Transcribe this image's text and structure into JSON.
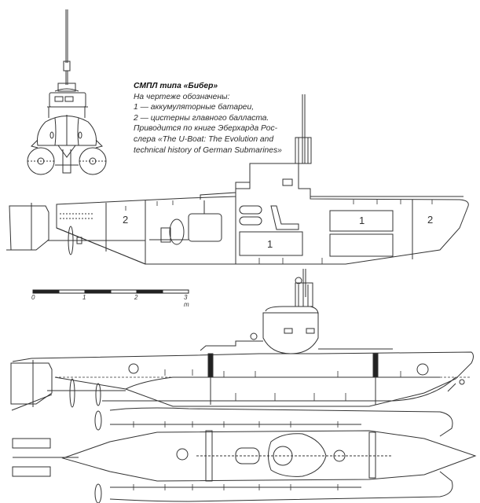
{
  "caption": {
    "title": "СМПЛ типа «Бибер»",
    "lines": [
      "На чертеже обозначены:",
      "1 — аккумуляторные батареи,",
      "2 — цистерны главного балласта.",
      "Приводится по книге Эберхарда Рос-",
      "слера «The U-Boat: The Evolution and",
      "technical history of German Submarines»"
    ]
  },
  "scale_bar": {
    "labels": [
      "0",
      "1",
      "2",
      "3 m"
    ],
    "unit": "m",
    "max": 3
  },
  "views": {
    "front_view": {
      "label": "front-elevation"
    },
    "cutaway_view": {
      "label": "longitudinal-section",
      "markers": [
        "2",
        "1",
        "1",
        "2"
      ]
    },
    "side_view": {
      "label": "side-elevation"
    },
    "plan_view": {
      "label": "top-plan"
    }
  },
  "legend": [
    {
      "key": "1",
      "meaning": "аккумуляторные батареи"
    },
    {
      "key": "2",
      "meaning": "цистерны главного балласта"
    }
  ]
}
